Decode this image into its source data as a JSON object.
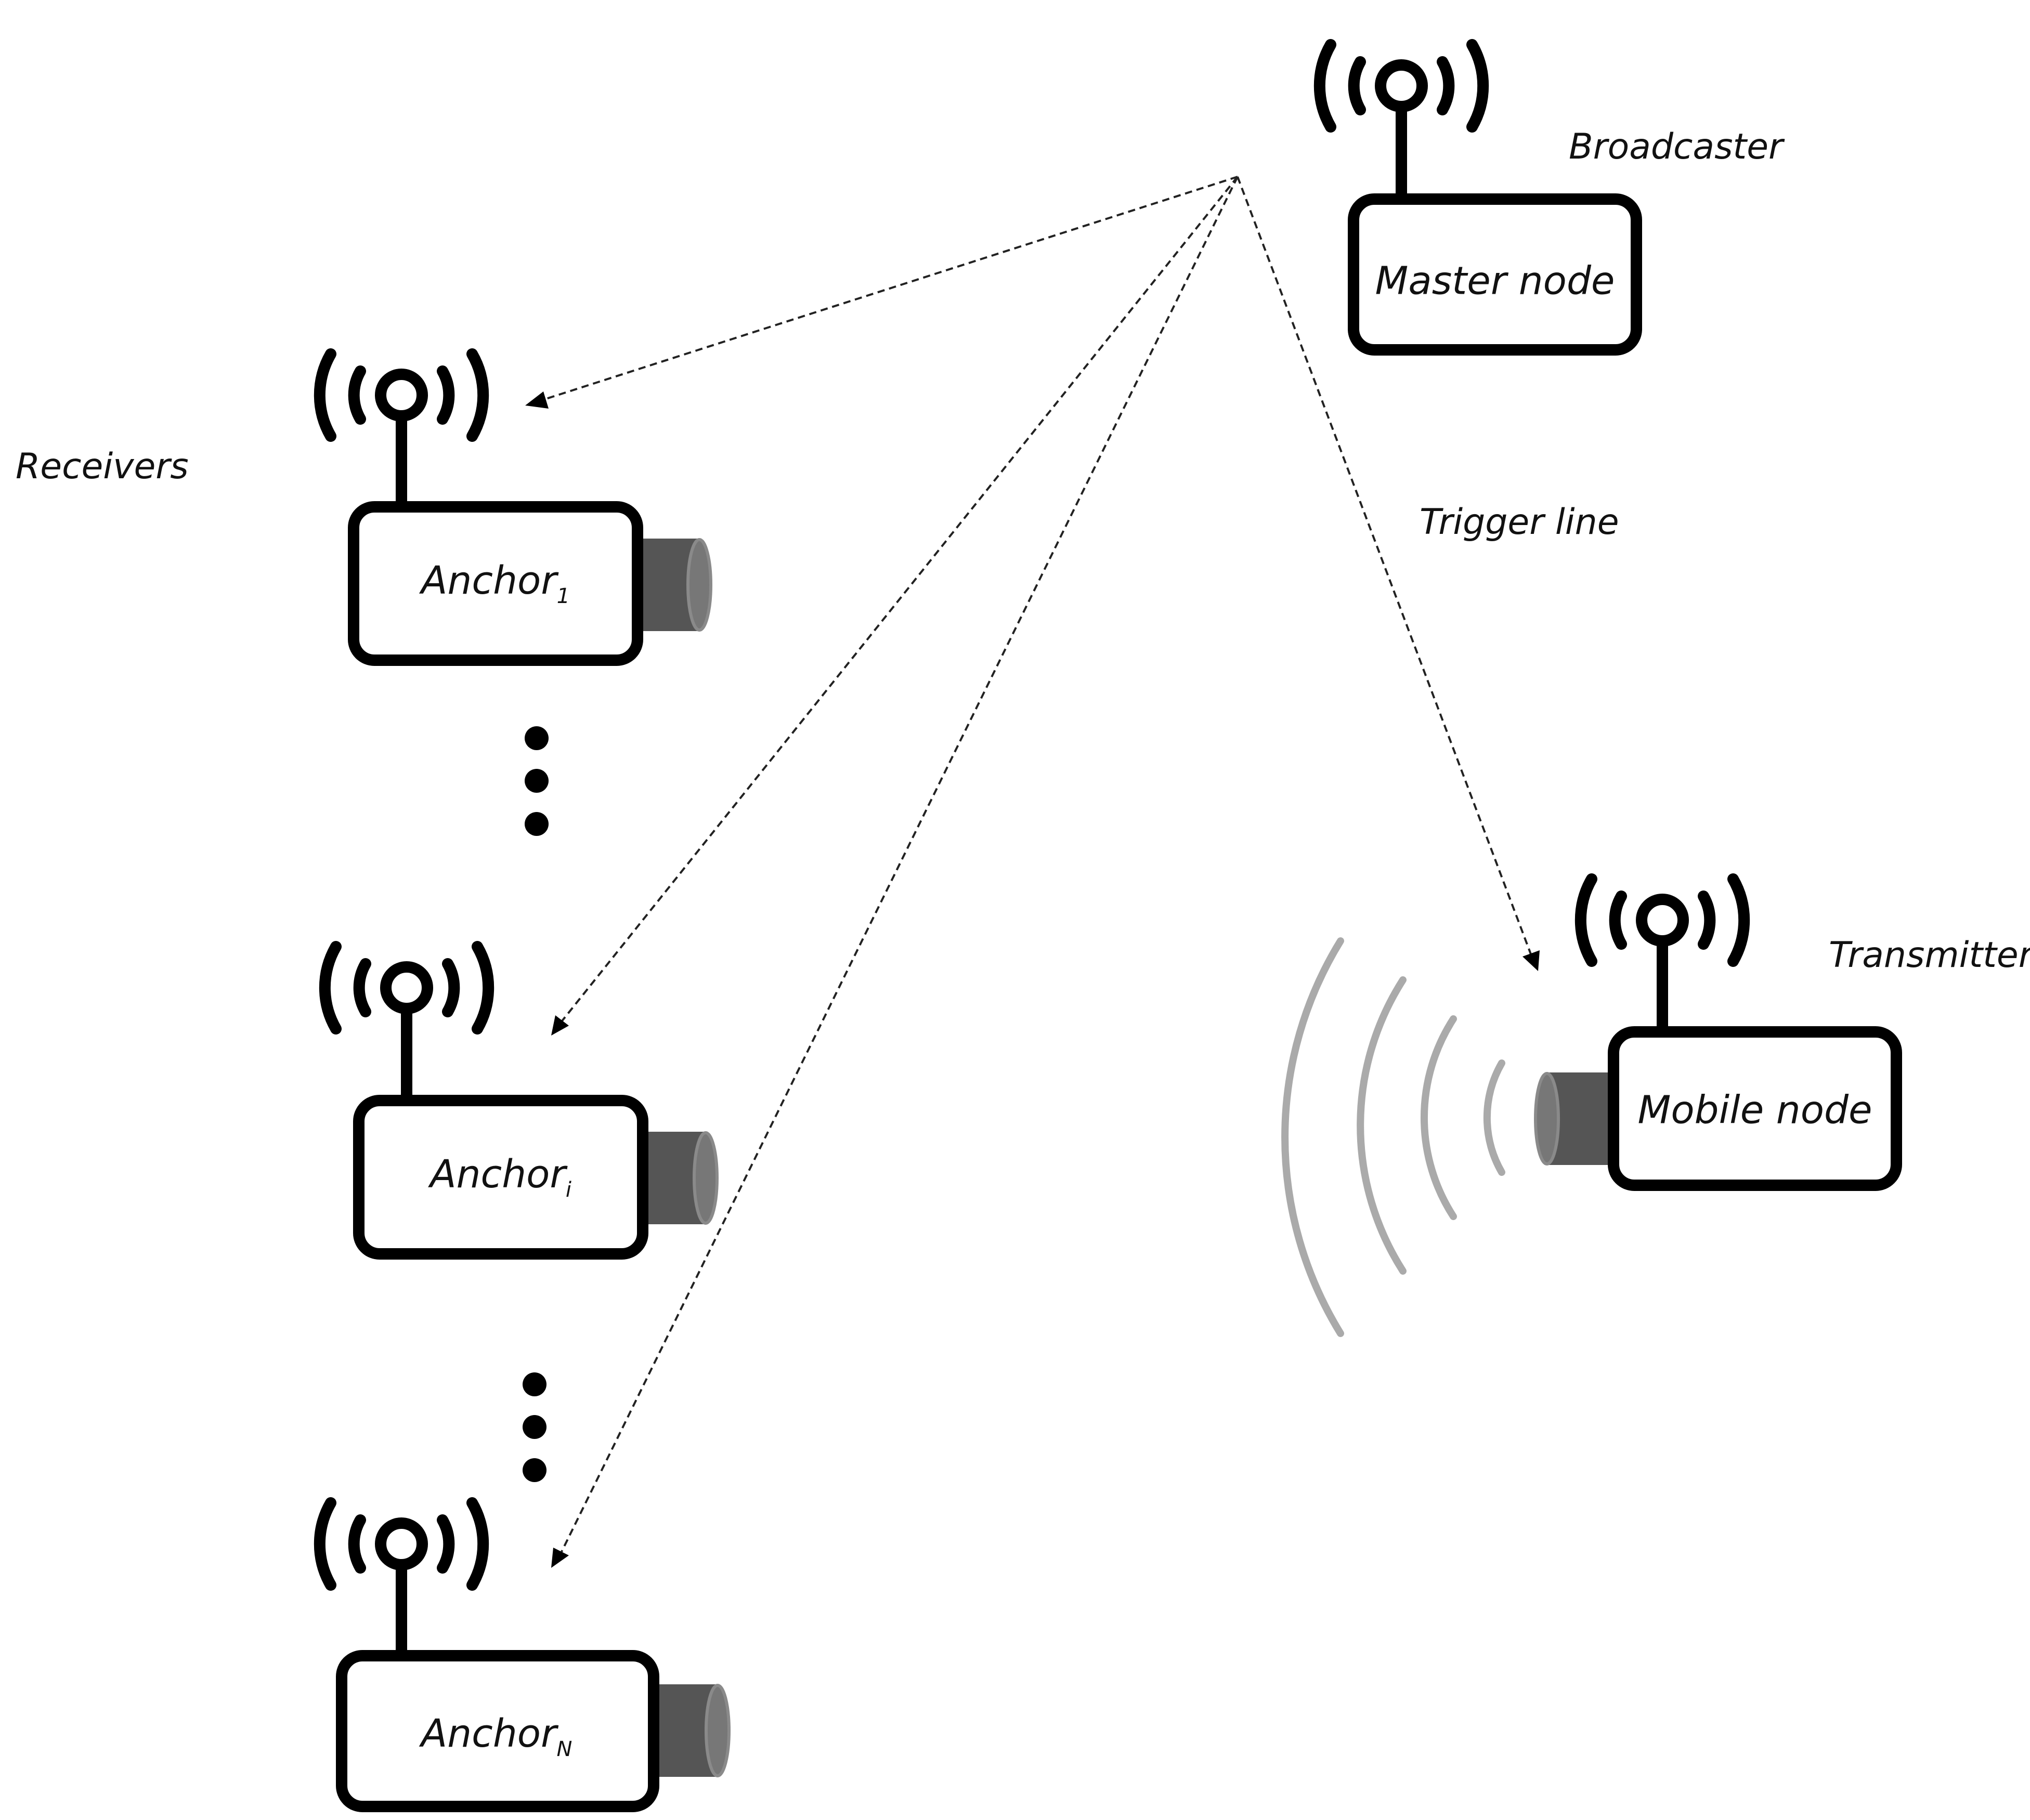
{
  "labels": {
    "broadcaster": "Broadcaster",
    "receivers": "Receivers",
    "trigger_line": "Trigger  line",
    "transmitter": "Transmitter"
  },
  "nodes": {
    "master": {
      "label": "Master node"
    },
    "anchor_1": {
      "label": "Anchor",
      "subscript": "1"
    },
    "anchor_i": {
      "label": "Anchor",
      "subscript": "i"
    },
    "anchor_n": {
      "label": "Anchor",
      "subscript": "N"
    },
    "mobile": {
      "label": "Mobile node"
    }
  },
  "colors": {
    "stroke": "#000000",
    "trigger_line": "#222222",
    "signal_waves": "#aaaaaa",
    "connector": "#555555"
  }
}
